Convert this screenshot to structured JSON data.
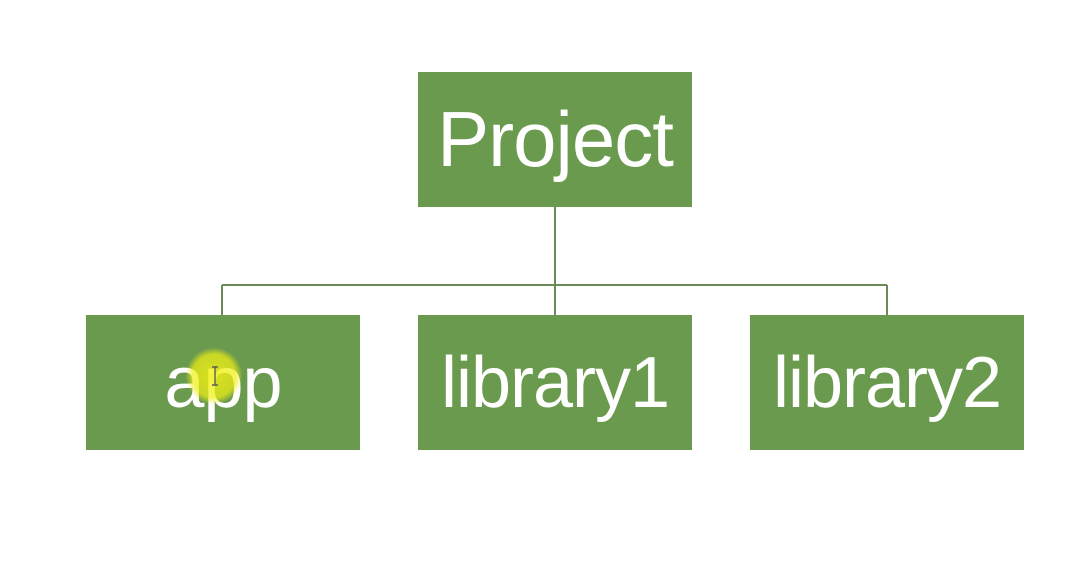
{
  "diagram": {
    "root": {
      "label": "Project"
    },
    "children": [
      {
        "label": "app"
      },
      {
        "label": "library1"
      },
      {
        "label": "library2"
      }
    ],
    "colors": {
      "node_fill": "#6a9a4e",
      "connector": "#6a8a58",
      "text": "#ffffff",
      "cursor_highlight": "#f0f014"
    }
  }
}
